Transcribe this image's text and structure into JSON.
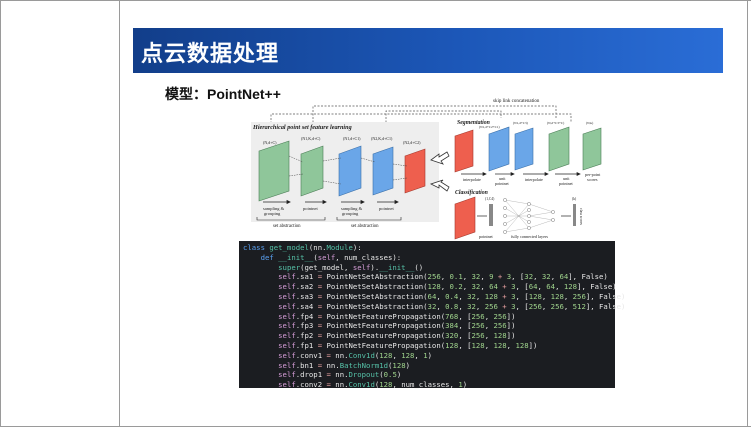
{
  "slide": {
    "title": "点云数据处理",
    "subtitle": "模型：PointNet++"
  },
  "diagram": {
    "skip_link": "skip link concatenation",
    "hier_title": "Hierarchical point set feature learning",
    "seg_title": "Segmentation",
    "cls_title": "Classification",
    "dims": {
      "d1": "(N,d+C)",
      "d2": "(N1,K,d+C)",
      "d3": "(N1,d+C1)",
      "d4": "(N2,K,d+C1)",
      "d5": "(N2,d+C2)",
      "s1": "(N1,d+C2+C1)",
      "s2": "(N1,d+C3)",
      "s3": "(N,d+C3+C)",
      "s4": "(N,k)",
      "c1": "(1,C4)",
      "c2": "(k)"
    },
    "labels": {
      "sampling1": "sampling &",
      "grouping1": "grouping",
      "pointnet1": "pointnet",
      "sampling2": "sampling &",
      "grouping2": "grouping",
      "pointnet2": "pointnet",
      "set_abs1": "set abstraction",
      "set_abs2": "set abstraction",
      "interp1": "interpolate",
      "unit1a": "unit",
      "unit1b": "pointnet",
      "interp2": "interpolate",
      "unit2a": "unit",
      "unit2b": "pointnet",
      "per_point_a": "per-point",
      "per_point_b": "scores",
      "cls_pointnet": "pointnet",
      "fc_layers": "fully connected layers",
      "class_scores": "class scores"
    }
  },
  "code": {
    "lines": [
      [
        [
          "kw",
          "class "
        ],
        [
          "fn",
          "get_model"
        ],
        [
          "nm",
          "(nn."
        ],
        [
          "fn",
          "Module"
        ],
        [
          "nm",
          "):"
        ]
      ],
      [
        [
          "nm",
          "    "
        ],
        [
          "kw",
          "def "
        ],
        [
          "fn",
          "__init__"
        ],
        [
          "nm",
          "("
        ],
        [
          "sf",
          "self"
        ],
        [
          "nm",
          ", num_classes):"
        ]
      ],
      [
        [
          "nm",
          "        "
        ],
        [
          "fn",
          "super"
        ],
        [
          "nm",
          "(get_model, "
        ],
        [
          "sf",
          "self"
        ],
        [
          "nm",
          ")."
        ],
        [
          "fn",
          "__init__"
        ],
        [
          "nm",
          "()"
        ]
      ],
      [
        [
          "nm",
          "        "
        ],
        [
          "sf",
          "self"
        ],
        [
          "nm",
          ".sa1 "
        ],
        [
          "op",
          "="
        ],
        [
          "nm",
          " PointNetSetAbstraction("
        ],
        [
          "num",
          "256"
        ],
        [
          "nm",
          ", "
        ],
        [
          "num",
          "0.1"
        ],
        [
          "nm",
          ", "
        ],
        [
          "num",
          "32"
        ],
        [
          "nm",
          ", "
        ],
        [
          "num",
          "9"
        ],
        [
          "op",
          " + "
        ],
        [
          "num",
          "3"
        ],
        [
          "nm",
          ", ["
        ],
        [
          "num",
          "32"
        ],
        [
          "nm",
          ", "
        ],
        [
          "num",
          "32"
        ],
        [
          "nm",
          ", "
        ],
        [
          "num",
          "64"
        ],
        [
          "nm",
          "], False)"
        ]
      ],
      [
        [
          "nm",
          "        "
        ],
        [
          "sf",
          "self"
        ],
        [
          "nm",
          ".sa2 "
        ],
        [
          "op",
          "="
        ],
        [
          "nm",
          " PointNetSetAbstraction("
        ],
        [
          "num",
          "128"
        ],
        [
          "nm",
          ", "
        ],
        [
          "num",
          "0.2"
        ],
        [
          "nm",
          ", "
        ],
        [
          "num",
          "32"
        ],
        [
          "nm",
          ", "
        ],
        [
          "num",
          "64"
        ],
        [
          "op",
          " + "
        ],
        [
          "num",
          "3"
        ],
        [
          "nm",
          ", ["
        ],
        [
          "num",
          "64"
        ],
        [
          "nm",
          ", "
        ],
        [
          "num",
          "64"
        ],
        [
          "nm",
          ", "
        ],
        [
          "num",
          "128"
        ],
        [
          "nm",
          "], False)"
        ]
      ],
      [
        [
          "nm",
          "        "
        ],
        [
          "sf",
          "self"
        ],
        [
          "nm",
          ".sa3 "
        ],
        [
          "op",
          "="
        ],
        [
          "nm",
          " PointNetSetAbstraction("
        ],
        [
          "num",
          "64"
        ],
        [
          "nm",
          ", "
        ],
        [
          "num",
          "0.4"
        ],
        [
          "nm",
          ", "
        ],
        [
          "num",
          "32"
        ],
        [
          "nm",
          ", "
        ],
        [
          "num",
          "128"
        ],
        [
          "op",
          " + "
        ],
        [
          "num",
          "3"
        ],
        [
          "nm",
          ", ["
        ],
        [
          "num",
          "128"
        ],
        [
          "nm",
          ", "
        ],
        [
          "num",
          "128"
        ],
        [
          "nm",
          ", "
        ],
        [
          "num",
          "256"
        ],
        [
          "nm",
          "], False)"
        ]
      ],
      [
        [
          "nm",
          "        "
        ],
        [
          "sf",
          "self"
        ],
        [
          "nm",
          ".sa4 "
        ],
        [
          "op",
          "="
        ],
        [
          "nm",
          " PointNetSetAbstraction("
        ],
        [
          "num",
          "32"
        ],
        [
          "nm",
          ", "
        ],
        [
          "num",
          "0.8"
        ],
        [
          "nm",
          ", "
        ],
        [
          "num",
          "32"
        ],
        [
          "nm",
          ", "
        ],
        [
          "num",
          "256"
        ],
        [
          "op",
          " + "
        ],
        [
          "num",
          "3"
        ],
        [
          "nm",
          ", ["
        ],
        [
          "num",
          "256"
        ],
        [
          "nm",
          ", "
        ],
        [
          "num",
          "256"
        ],
        [
          "nm",
          ", "
        ],
        [
          "num",
          "512"
        ],
        [
          "nm",
          "], False)"
        ]
      ],
      [
        [
          "nm",
          "        "
        ],
        [
          "sf",
          "self"
        ],
        [
          "nm",
          ".fp4 "
        ],
        [
          "op",
          "="
        ],
        [
          "nm",
          " PointNetFeaturePropagation("
        ],
        [
          "num",
          "768"
        ],
        [
          "nm",
          ", ["
        ],
        [
          "num",
          "256"
        ],
        [
          "nm",
          ", "
        ],
        [
          "num",
          "256"
        ],
        [
          "nm",
          "])"
        ]
      ],
      [
        [
          "nm",
          "        "
        ],
        [
          "sf",
          "self"
        ],
        [
          "nm",
          ".fp3 "
        ],
        [
          "op",
          "="
        ],
        [
          "nm",
          " PointNetFeaturePropagation("
        ],
        [
          "num",
          "384"
        ],
        [
          "nm",
          ", ["
        ],
        [
          "num",
          "256"
        ],
        [
          "nm",
          ", "
        ],
        [
          "num",
          "256"
        ],
        [
          "nm",
          "])"
        ]
      ],
      [
        [
          "nm",
          "        "
        ],
        [
          "sf",
          "self"
        ],
        [
          "nm",
          ".fp2 "
        ],
        [
          "op",
          "="
        ],
        [
          "nm",
          " PointNetFeaturePropagation("
        ],
        [
          "num",
          "320"
        ],
        [
          "nm",
          ", ["
        ],
        [
          "num",
          "256"
        ],
        [
          "nm",
          ", "
        ],
        [
          "num",
          "128"
        ],
        [
          "nm",
          "])"
        ]
      ],
      [
        [
          "nm",
          "        "
        ],
        [
          "sf",
          "self"
        ],
        [
          "nm",
          ".fp1 "
        ],
        [
          "op",
          "="
        ],
        [
          "nm",
          " PointNetFeaturePropagation("
        ],
        [
          "num",
          "128"
        ],
        [
          "nm",
          ", ["
        ],
        [
          "num",
          "128"
        ],
        [
          "nm",
          ", "
        ],
        [
          "num",
          "128"
        ],
        [
          "nm",
          ", "
        ],
        [
          "num",
          "128"
        ],
        [
          "nm",
          "])"
        ]
      ],
      [
        [
          "nm",
          "        "
        ],
        [
          "sf",
          "self"
        ],
        [
          "nm",
          ".conv1 "
        ],
        [
          "op",
          "="
        ],
        [
          "nm",
          " nn."
        ],
        [
          "fn",
          "Conv1d"
        ],
        [
          "nm",
          "("
        ],
        [
          "num",
          "128"
        ],
        [
          "nm",
          ", "
        ],
        [
          "num",
          "128"
        ],
        [
          "nm",
          ", "
        ],
        [
          "num",
          "1"
        ],
        [
          "nm",
          ")"
        ]
      ],
      [
        [
          "nm",
          "        "
        ],
        [
          "sf",
          "self"
        ],
        [
          "nm",
          ".bn1 "
        ],
        [
          "op",
          "="
        ],
        [
          "nm",
          " nn."
        ],
        [
          "fn",
          "BatchNorm1d"
        ],
        [
          "nm",
          "("
        ],
        [
          "num",
          "128"
        ],
        [
          "nm",
          ")"
        ]
      ],
      [
        [
          "nm",
          "        "
        ],
        [
          "sf",
          "self"
        ],
        [
          "nm",
          ".drop1 "
        ],
        [
          "op",
          "="
        ],
        [
          "nm",
          " nn."
        ],
        [
          "fn",
          "Dropout"
        ],
        [
          "nm",
          "("
        ],
        [
          "num",
          "0.5"
        ],
        [
          "nm",
          ")"
        ]
      ],
      [
        [
          "nm",
          "        "
        ],
        [
          "sf",
          "self"
        ],
        [
          "nm",
          ".conv2 "
        ],
        [
          "op",
          "="
        ],
        [
          "nm",
          " nn."
        ],
        [
          "fn",
          "Conv1d"
        ],
        [
          "nm",
          "("
        ],
        [
          "num",
          "128"
        ],
        [
          "nm",
          ", num_classes, "
        ],
        [
          "num",
          "1"
        ],
        [
          "nm",
          ")"
        ]
      ]
    ]
  },
  "colors": {
    "banner": "#1c57b8",
    "code_bg": "#1b1d21",
    "green": "#8fc69a",
    "blue": "#6aa6e8",
    "red": "#ee5f4e"
  }
}
